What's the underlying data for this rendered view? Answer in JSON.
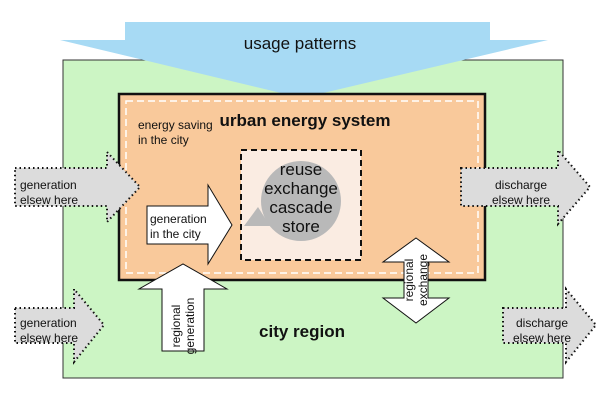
{
  "diagram": {
    "top_label": "usage patterns",
    "system_title": "urban energy system",
    "energy_saving": "energy saving in the city",
    "core_lines": [
      "reuse",
      "exchange",
      "cascade",
      "store"
    ],
    "gen_in_city": "generation in the city",
    "regional_generation": "regional generation",
    "regional_exchange": "regional exchange",
    "region_label": "city region",
    "gen_elsewhere_top": "generation elsew here",
    "gen_elsewhere_bottom": "generation elsew here",
    "discharge_top": "discharge elsew here",
    "discharge_bottom": "discharge elsew here"
  },
  "colors": {
    "region_fill": "#ccf5c4",
    "system_fill": "#f9c99b",
    "core_fill": "#faece2",
    "circle_fill": "#b9b9b9",
    "top_arrow_fill": "#a7daf4",
    "side_arrow_fill": "#dcdcdc"
  }
}
